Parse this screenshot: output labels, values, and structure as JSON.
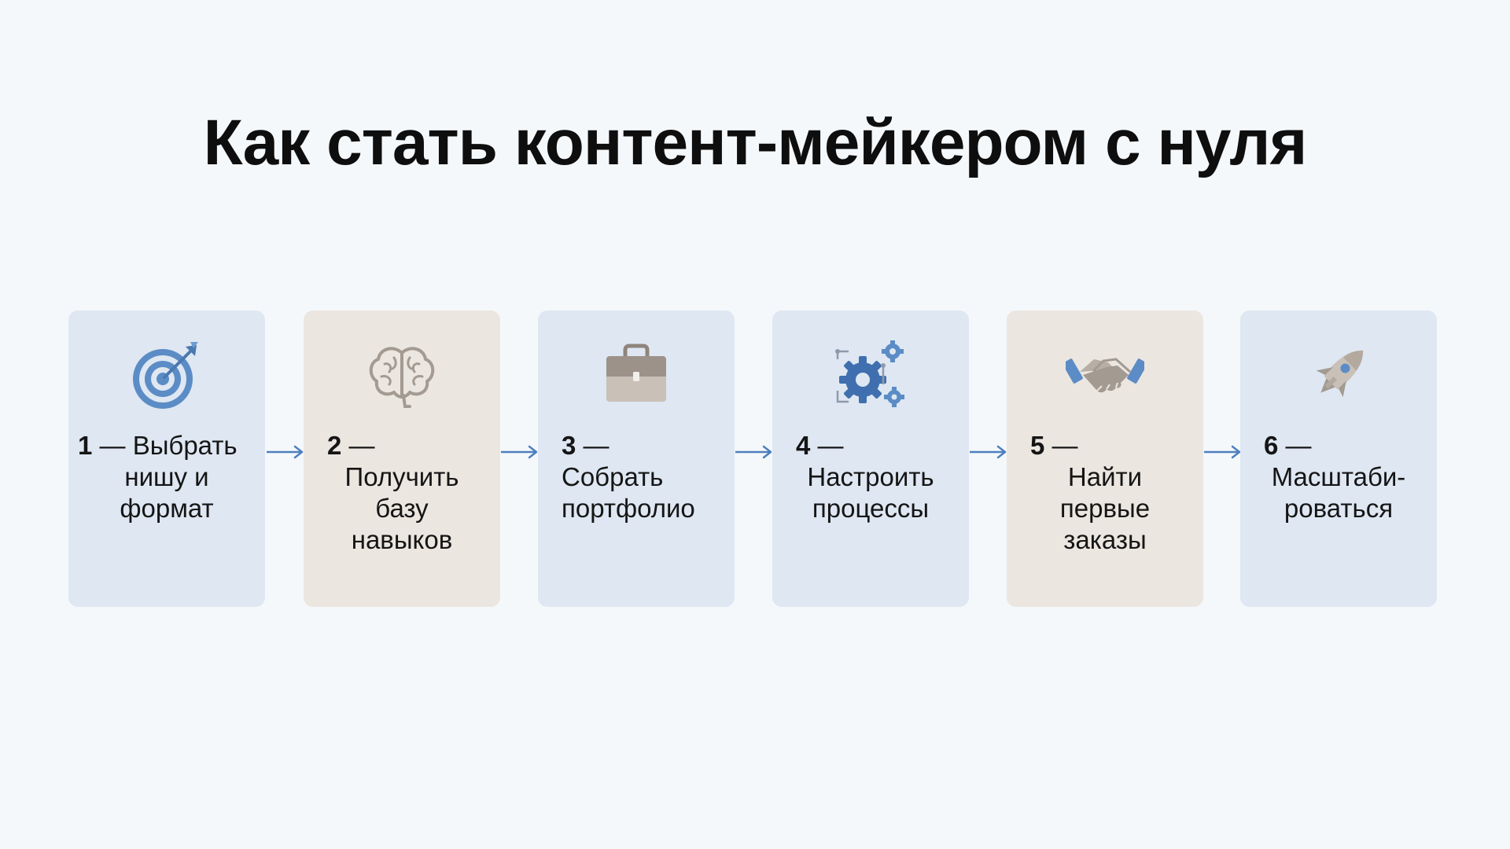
{
  "title": "Как стать контент-мейкером с нуля",
  "colors": {
    "background": "#f5f8fb",
    "card_blue": "#dee7f2",
    "card_beige": "#ebe6e0",
    "accent_blue": "#5b8cc6",
    "arrow": "#4e7fbe",
    "icon_taupe": "#a39a91"
  },
  "steps": [
    {
      "number": "1",
      "dash": "—",
      "lines": [
        "Выбрать",
        "нишу и",
        "формат"
      ],
      "icon": "target-icon",
      "tone": "blue"
    },
    {
      "number": "2",
      "dash": "—",
      "lines": [
        "Получить",
        "базу",
        "навыков"
      ],
      "icon": "brain-icon",
      "tone": "beige"
    },
    {
      "number": "3",
      "dash": "—",
      "lines": [
        "Собрать",
        "портфолио"
      ],
      "icon": "briefcase-icon",
      "tone": "blue"
    },
    {
      "number": "4",
      "dash": "—",
      "lines": [
        "Настроить",
        "процессы"
      ],
      "icon": "gears-icon",
      "tone": "blue"
    },
    {
      "number": "5",
      "dash": "—",
      "lines": [
        "Найти",
        "первые",
        "заказы"
      ],
      "icon": "handshake-icon",
      "tone": "beige"
    },
    {
      "number": "6",
      "dash": "—",
      "lines": [
        "Масштаби-",
        "роваться"
      ],
      "icon": "rocket-icon",
      "tone": "blue"
    }
  ]
}
